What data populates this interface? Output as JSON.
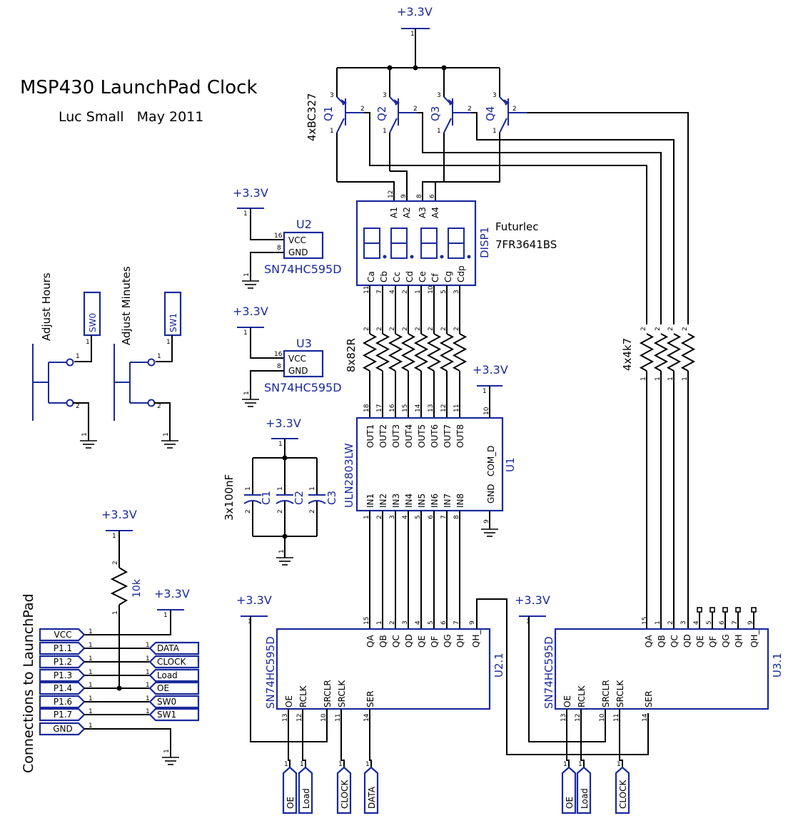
{
  "title": "MSP430 LaunchPad Clock",
  "author_line": "Luc Small   May 2011",
  "supply_label": "+3.3V",
  "transistors": {
    "group_label": "4xBC327",
    "names": [
      "Q1",
      "Q2",
      "Q3",
      "Q4"
    ],
    "pins": {
      "c": "3",
      "b": "2",
      "e": "1"
    }
  },
  "display": {
    "ref": "DISP1",
    "maker": "Futurlec",
    "part": "7FR3641BS",
    "anode_labels": [
      "A1",
      "A2",
      "A3",
      "A4"
    ],
    "anode_pins": [
      "12",
      "9",
      "8",
      "6"
    ],
    "segment_labels": [
      "Ca",
      "Cb",
      "Cc",
      "Cd",
      "Ce",
      "Cf",
      "Cg",
      "Cdp"
    ],
    "segment_pins": [
      "11",
      "7",
      "4",
      "2",
      "1",
      "10",
      "5",
      "3"
    ]
  },
  "power_blocks": [
    {
      "ref": "U2",
      "part": "SN74HC595D",
      "vcc": "VCC",
      "gnd": "GND",
      "vcc_pin": "16",
      "gnd_pin": "8"
    },
    {
      "ref": "U3",
      "part": "SN74HC595D",
      "vcc": "VCC",
      "gnd": "GND",
      "vcc_pin": "16",
      "gnd_pin": "8"
    }
  ],
  "switches": [
    {
      "label": "Adjust Hours",
      "net": "SW0"
    },
    {
      "label": "Adjust Minutes",
      "net": "SW1"
    }
  ],
  "seg_resistors": {
    "label": "8x82R"
  },
  "digit_resistors": {
    "label": "4x4k7"
  },
  "uln": {
    "part": "ULN2803LW",
    "ref": "U1",
    "outputs": [
      "OUT1",
      "OUT2",
      "OUT3",
      "OUT4",
      "OUT5",
      "OUT6",
      "OUT7",
      "OUT8"
    ],
    "out_pins": [
      "18",
      "17",
      "16",
      "15",
      "14",
      "13",
      "12",
      "11"
    ],
    "inputs": [
      "IN1",
      "IN2",
      "IN3",
      "IN4",
      "IN5",
      "IN6",
      "IN7",
      "IN8"
    ],
    "in_pins": [
      "1",
      "2",
      "3",
      "4",
      "5",
      "6",
      "7",
      "8"
    ],
    "com": "COM_D",
    "com_pin": "10",
    "gnd": "GND",
    "gnd_pin": "9"
  },
  "caps": {
    "label": "3x100nF",
    "names": [
      "C1",
      "C2",
      "C3"
    ]
  },
  "pullup": {
    "label": "10k"
  },
  "launchpad": {
    "title": "Connections to LaunchPad",
    "pins": [
      "VCC",
      "P1.1",
      "P1.2",
      "P1.3",
      "P1.4",
      "P1.6",
      "P1.7",
      "GND"
    ],
    "nets": [
      "DATA",
      "CLOCK",
      "Load",
      "OE",
      "SW0",
      "SW1"
    ]
  },
  "shift_registers": [
    {
      "ref": "U2.1",
      "part": "SN74HC595D",
      "outputs": [
        "QA",
        "QB",
        "QC",
        "QD",
        "QE",
        "QF",
        "QG",
        "QH",
        "QH_"
      ],
      "out_pins": [
        "15",
        "1",
        "2",
        "3",
        "4",
        "5",
        "6",
        "7",
        "9"
      ],
      "inputs": [
        "OE",
        "RCLK",
        "SRCLR",
        "SRCLK",
        "SER"
      ],
      "in_pins": [
        "13",
        "12",
        "10",
        "11",
        "14"
      ],
      "flags": [
        "OE",
        "Load",
        "CLOCK",
        "DATA"
      ]
    },
    {
      "ref": "U3.1",
      "part": "SN74HC595D",
      "outputs": [
        "QA",
        "QB",
        "QC",
        "QD",
        "QE",
        "QF",
        "QG",
        "QH",
        "QH_"
      ],
      "out_pins": [
        "15",
        "1",
        "2",
        "3",
        "4",
        "5",
        "6",
        "7",
        "9"
      ],
      "inputs": [
        "OE",
        "RCLK",
        "SRCLR",
        "SRCLK",
        "SER"
      ],
      "in_pins": [
        "13",
        "12",
        "10",
        "11",
        "14"
      ],
      "flags": [
        "OE",
        "Load",
        "CLOCK"
      ]
    }
  ],
  "pin_one": "1",
  "pin_two": "2",
  "pin_three": "3"
}
